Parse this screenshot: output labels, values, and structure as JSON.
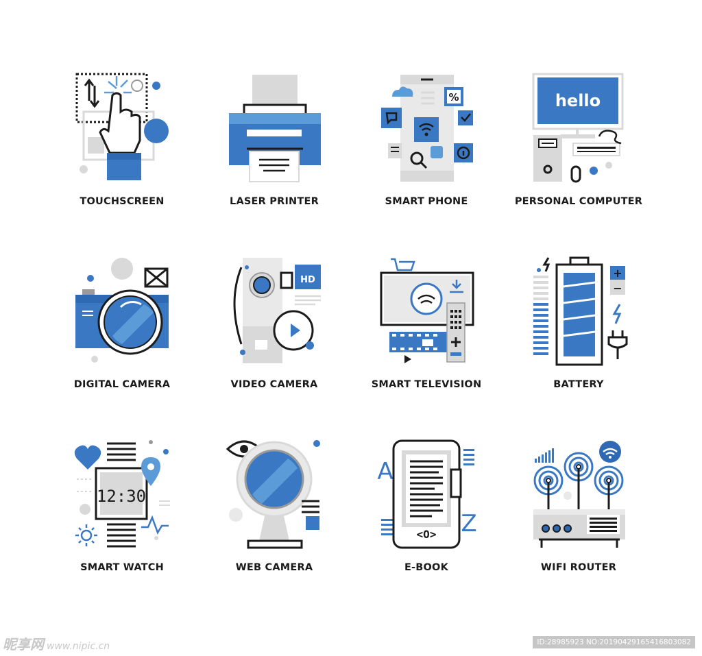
{
  "colors": {
    "blue": "#3a78c3",
    "dark_blue": "#2f69b3",
    "light_blue": "#5b9bd8",
    "gray": "#d9d9d9",
    "dark_gray": "#9a9a9a",
    "ink": "#1b1b1b"
  },
  "icons": [
    {
      "label": "TOUCHSCREEN",
      "icon": "touchscreen-icon"
    },
    {
      "label": "LASER PRINTER",
      "icon": "printer-icon"
    },
    {
      "label": "SMART PHONE",
      "icon": "smartphone-icon"
    },
    {
      "label": "PERSONAL COMPUTER",
      "icon": "computer-icon"
    },
    {
      "label": "DIGITAL CAMERA",
      "icon": "camera-icon"
    },
    {
      "label": "VIDEO CAMERA",
      "icon": "video-camera-icon"
    },
    {
      "label": "SMART TELEVISION",
      "icon": "tv-icon"
    },
    {
      "label": "BATTERY",
      "icon": "battery-icon"
    },
    {
      "label": "SMART WATCH",
      "icon": "watch-icon"
    },
    {
      "label": "WEB CAMERA",
      "icon": "webcam-icon"
    },
    {
      "label": "E-BOOK",
      "icon": "ebook-icon"
    },
    {
      "label": "WIFI ROUTER",
      "icon": "router-icon"
    }
  ],
  "icon_text": {
    "monitor_greeting": "hello",
    "hd_badge": "HD",
    "watch_time": "12:30",
    "percent": "%",
    "plus": "+",
    "minus": "−",
    "ebook_letter_a": "A",
    "ebook_letter_z": "Z",
    "ebook_nav": "<O>"
  },
  "watermark": {
    "brand": "昵享网",
    "url": "www.nipic.cn"
  },
  "image_id": "ID:28985923 NO:20190429165416803082"
}
